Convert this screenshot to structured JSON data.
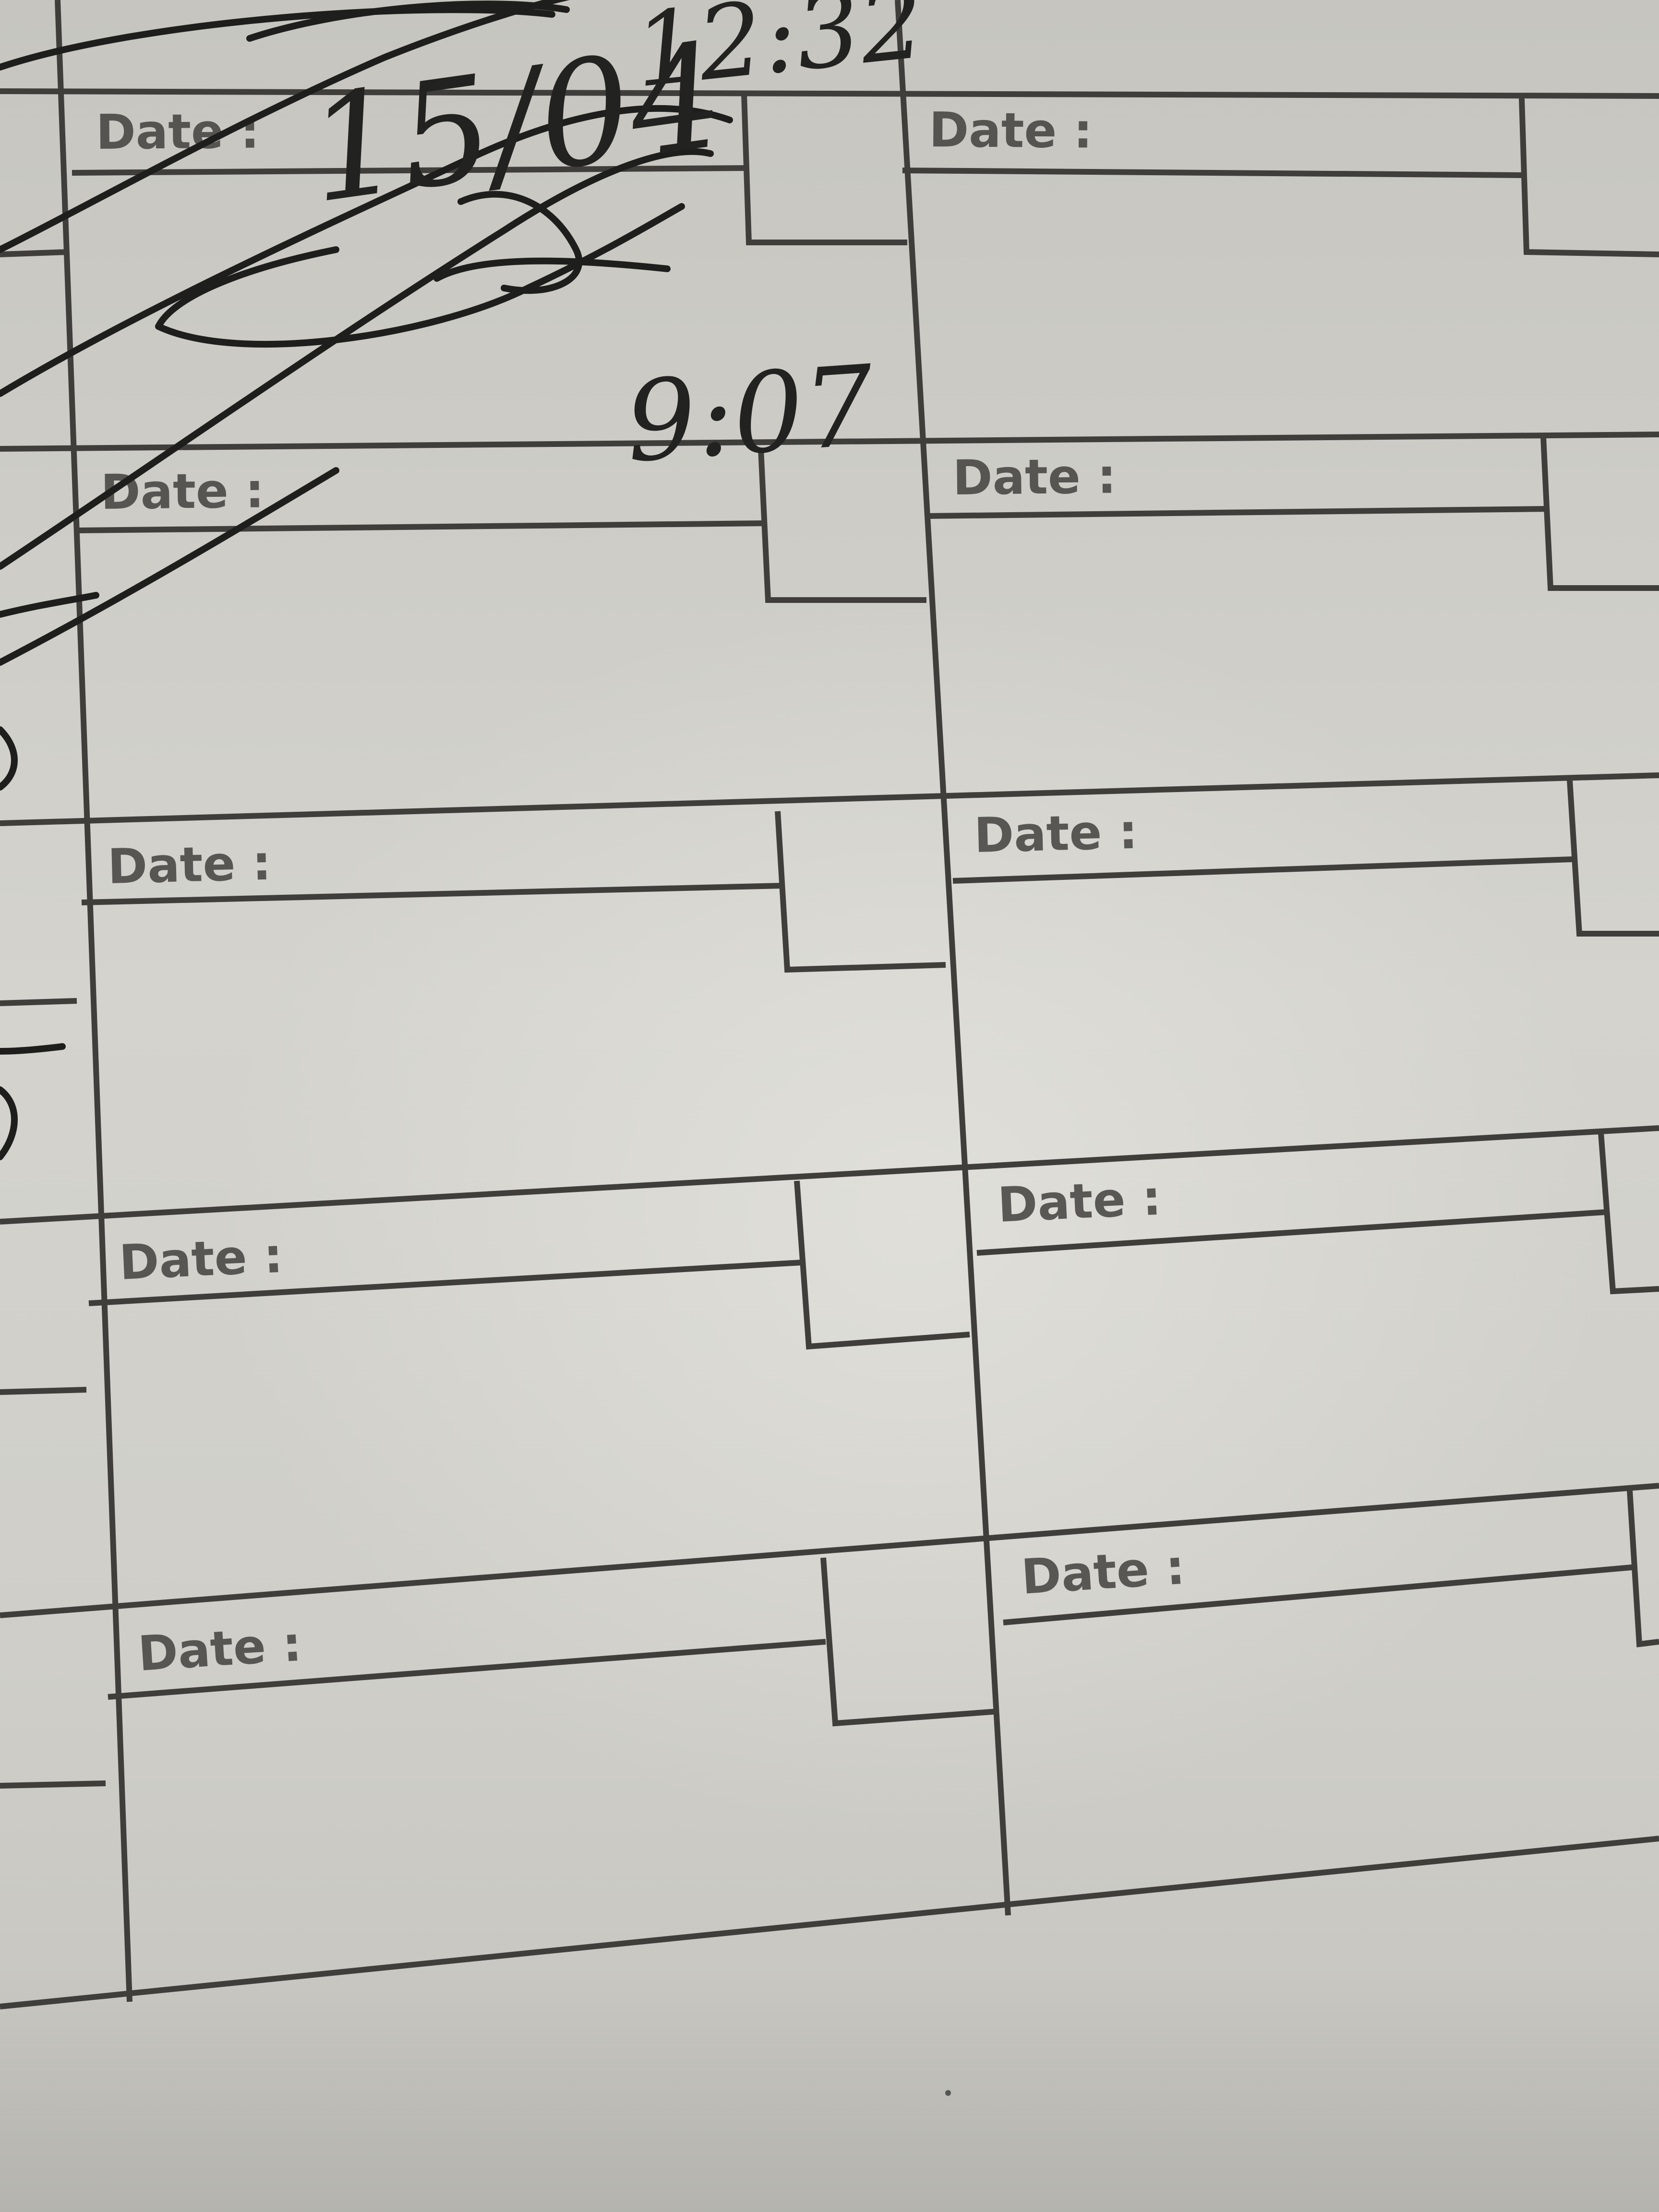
{
  "form": {
    "field_label": "Date :",
    "cells": [
      {
        "column": "left",
        "label": "Date :"
      },
      {
        "column": "right",
        "label": "Date :"
      },
      {
        "column": "left",
        "label": "Date :"
      },
      {
        "column": "right",
        "label": "Date :"
      },
      {
        "column": "left",
        "label": "Date :"
      },
      {
        "column": "right",
        "label": "Date :"
      },
      {
        "column": "left",
        "label": "Date :"
      },
      {
        "column": "right",
        "label": "Date :"
      },
      {
        "column": "left",
        "label": "Date :"
      },
      {
        "column": "right",
        "label": "Date :"
      }
    ]
  },
  "handwriting": {
    "time_top": "12:32",
    "date_written": "15/04",
    "time_bottom": "9:07"
  },
  "colors": {
    "paper": "#d2d1cb",
    "ink_print": "#3d3c39",
    "ink_pen": "#1e1e1c"
  }
}
